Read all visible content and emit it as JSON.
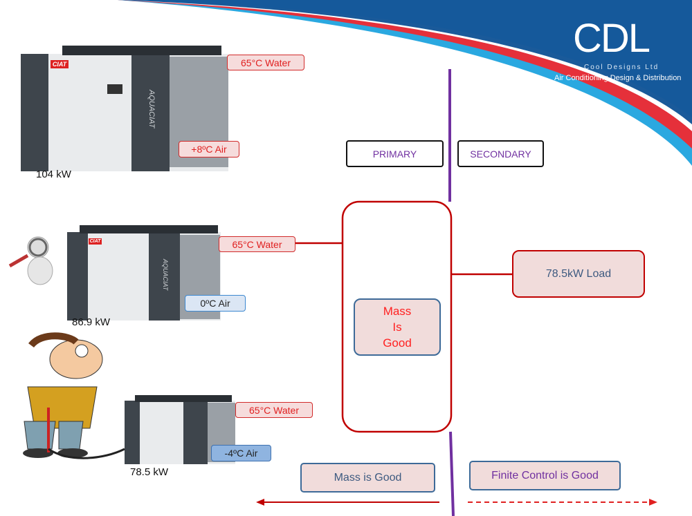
{
  "logo": {
    "letters": "CDL",
    "company": "Cool Designs Ltd",
    "tagline": "Air Conditioning Design & Distribution"
  },
  "colors": {
    "brand_blue": "#1a5a9a",
    "stripe_red": "#e5303a",
    "stripe_light_blue": "#2aa8e0",
    "pipe_red": "#c00000",
    "divider_purple": "#7030a0"
  },
  "units": [
    {
      "capacity": "104 kW",
      "water": "65°C Water",
      "air": "+8ºC Air",
      "brand": "CIAT",
      "model": "AQUACIAT"
    },
    {
      "capacity": "86.9 kW",
      "water": "65°C Water",
      "air": "0ºC Air",
      "brand": "CIAT",
      "model": "AQUACIAT"
    },
    {
      "capacity": "78.5 kW",
      "water": "65°C Water",
      "air": "-4ºC Air"
    }
  ],
  "circuit": {
    "primary": "PRIMARY",
    "secondary": "SECONDARY",
    "load": "78.5kW Load",
    "mass_lines": [
      "Mass",
      "Is",
      "Good"
    ]
  },
  "footer": {
    "left": "Mass is Good",
    "right": "Finite Control is Good"
  }
}
